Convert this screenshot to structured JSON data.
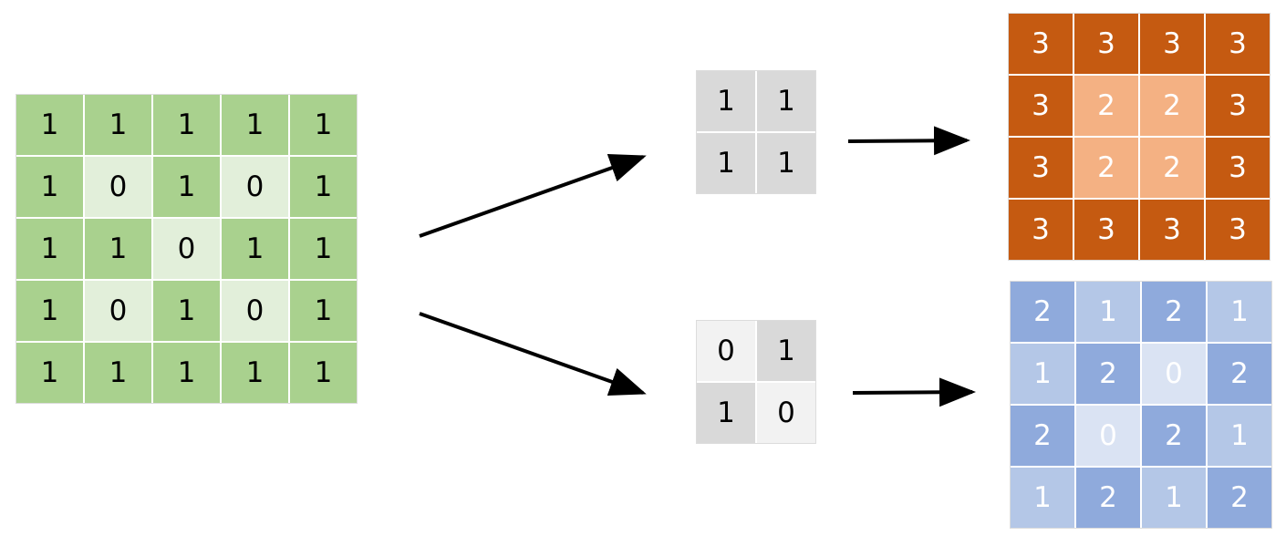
{
  "input_grid": {
    "values": [
      [
        "1",
        "1",
        "1",
        "1",
        "1"
      ],
      [
        "1",
        "0",
        "1",
        "0",
        "1"
      ],
      [
        "1",
        "1",
        "0",
        "1",
        "1"
      ],
      [
        "1",
        "0",
        "1",
        "0",
        "1"
      ],
      [
        "1",
        "1",
        "1",
        "1",
        "1"
      ]
    ],
    "colors": {
      "one": "#a9d18e",
      "zero": "#e2efda",
      "text": "#000000"
    }
  },
  "kernel_a": {
    "values": [
      [
        "1",
        "1"
      ],
      [
        "1",
        "1"
      ]
    ],
    "colors": {
      "one": "#d9d9d9",
      "zero": "#f2f2f2",
      "text": "#000000"
    }
  },
  "kernel_b": {
    "values": [
      [
        "0",
        "1"
      ],
      [
        "1",
        "0"
      ]
    ],
    "colors": {
      "one": "#d9d9d9",
      "zero": "#f2f2f2",
      "text": "#000000"
    }
  },
  "output_a": {
    "values": [
      [
        "3",
        "3",
        "3",
        "3"
      ],
      [
        "3",
        "2",
        "2",
        "3"
      ],
      [
        "3",
        "2",
        "2",
        "3"
      ],
      [
        "3",
        "3",
        "3",
        "3"
      ]
    ],
    "colors": {
      "3": "#c55a11",
      "2": "#f4b183",
      "text": "#ffffff"
    }
  },
  "output_b": {
    "values": [
      [
        "2",
        "1",
        "2",
        "1"
      ],
      [
        "1",
        "2",
        "0",
        "2"
      ],
      [
        "2",
        "0",
        "2",
        "1"
      ],
      [
        "1",
        "2",
        "1",
        "2"
      ]
    ],
    "colors": {
      "2": "#8faadc",
      "1": "#b4c7e7",
      "0": "#dae3f3",
      "text": "#ffffff"
    }
  },
  "arrow_color": "#000000"
}
